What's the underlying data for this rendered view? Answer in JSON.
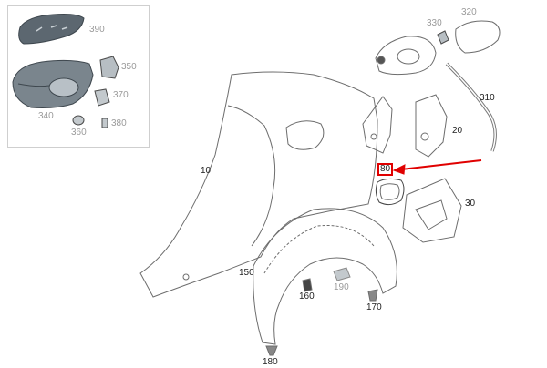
{
  "diagram": {
    "callouts": {
      "c390": "390",
      "c350": "350",
      "c370": "370",
      "c340": "340",
      "c380": "380",
      "c360": "360",
      "c330": "330",
      "c320": "320",
      "c310": "310",
      "c20": "20",
      "c10": "10",
      "c80": "80",
      "c30": "30",
      "c150": "150",
      "c160": "160",
      "c190": "190",
      "c170": "170",
      "c180": "180"
    },
    "colors": {
      "highlight": "#e00000",
      "part_line": "#6d6d6d",
      "part_dark": "#5c6770",
      "callout_text": "#222222",
      "callout_gray": "#9a9a9a"
    },
    "highlighted_part": "80"
  }
}
